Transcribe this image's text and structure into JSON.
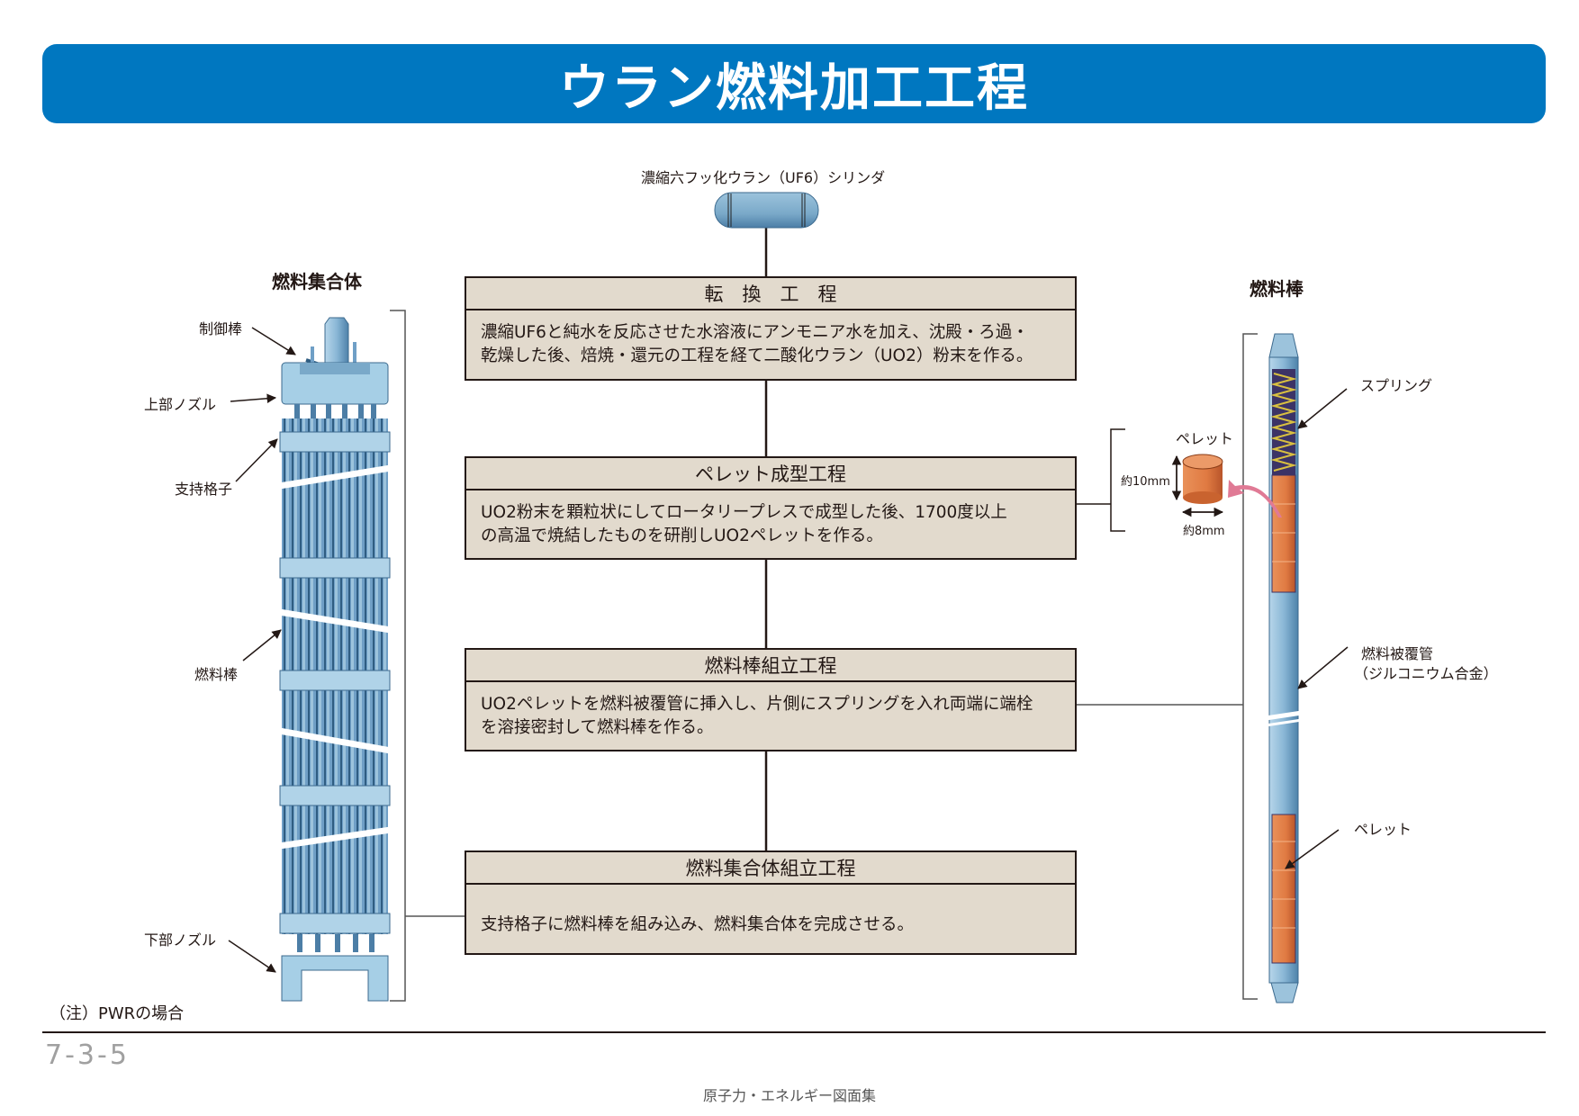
{
  "title": "ウラン燃料加工工程",
  "uf6_cylinder_label": "濃縮六フッ化ウラン（UF6）シリンダ",
  "processes": [
    {
      "title": "転　換　工　程",
      "body_lines": [
        "濃縮UF6と純水を反応させた水溶液にアンモニア水を加え、沈殿・ろ過・",
        "乾燥した後、焙焼・還元の工程を経て二酸化ウラン（UO2）粉末を作る。"
      ]
    },
    {
      "title": "ペレット成型工程",
      "body_lines": [
        "UO2粉末を顆粒状にしてロータリープレスで成型した後、1700度以上",
        "の高温で焼結したものを研削しUO2ペレットを作る。"
      ]
    },
    {
      "title": "燃料棒組立工程",
      "body_lines": [
        "UO2ペレットを燃料被覆管に挿入し、片側にスプリングを入れ両端に端栓",
        "を溶接密封して燃料棒を作る。"
      ]
    },
    {
      "title": "燃料集合体組立工程",
      "body_lines": [
        "支持格子に燃料棒を組み込み、燃料集合体を完成させる。"
      ]
    }
  ],
  "fuel_assembly": {
    "heading": "燃料集合体",
    "labels": {
      "control_rod": "制御棒",
      "top_nozzle": "上部ノズル",
      "grid": "支持格子",
      "fuel_rod": "燃料棒",
      "bottom_nozzle": "下部ノズル"
    }
  },
  "fuel_rod": {
    "heading": "燃料棒",
    "labels": {
      "spring": "スプリング",
      "cladding_line1": "燃料被覆管",
      "cladding_line2": "（ジルコニウム合金）",
      "pellet": "ペレット"
    }
  },
  "pellet_detail": {
    "label": "ペレット",
    "height": "約10mm",
    "diameter": "約8mm"
  },
  "note": "（注）PWRの場合",
  "page_number": "7-3-5",
  "footer_caption": "原子力・エネルギー図面集",
  "colors": {
    "title_bar": "#0077c0",
    "box_fill": "#e2dacd",
    "assembly_blue": "#6f9fc6",
    "pellet_orange": "#e07a42",
    "spring_yellow": "#d9c040",
    "arrow_pink": "#e07a95"
  }
}
